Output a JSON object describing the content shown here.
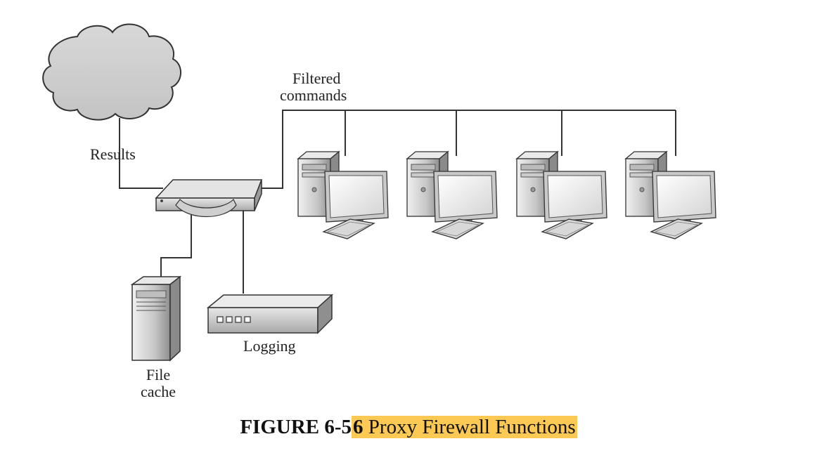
{
  "labels": {
    "filtered_line1": "Filtered",
    "filtered_line2": "commands",
    "results": "Results",
    "file_line1": "File",
    "file_line2": "cache",
    "logging": "Logging"
  },
  "caption": {
    "prefix": "FIGURE 6-5",
    "highlight_digit": "6",
    "title": " Proxy Firewall Functions",
    "highlight_color": "#fbc954"
  },
  "nodes": [
    {
      "id": "internet",
      "icon": "cloud-icon"
    },
    {
      "id": "proxy-firewall",
      "icon": "router-icon"
    },
    {
      "id": "file-cache",
      "icon": "server-tower-icon"
    },
    {
      "id": "logging",
      "icon": "network-appliance-icon"
    },
    {
      "id": "pc-1",
      "icon": "desktop-computer-icon"
    },
    {
      "id": "pc-2",
      "icon": "desktop-computer-icon"
    },
    {
      "id": "pc-3",
      "icon": "desktop-computer-icon"
    },
    {
      "id": "pc-4",
      "icon": "desktop-computer-icon"
    }
  ]
}
